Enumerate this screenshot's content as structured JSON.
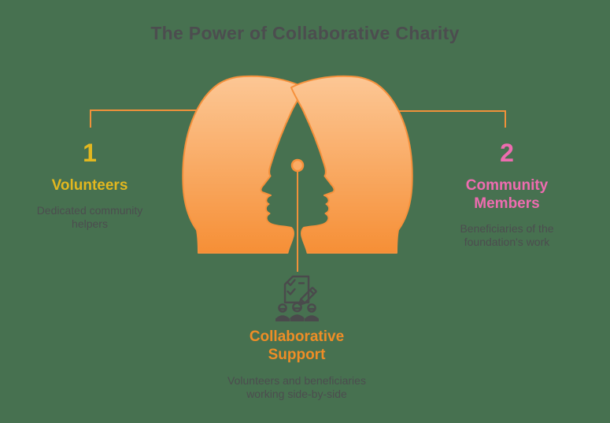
{
  "title": "The Power of Collaborative Charity",
  "nodes": [
    {
      "id": "volunteers",
      "number": "1",
      "label": "Volunteers",
      "description": "Dedicated community helpers",
      "color": "#E2B71F"
    },
    {
      "id": "community-members",
      "number": "2",
      "label": "Community Members",
      "description": "Beneficiaries of the foundation's work",
      "color": "#EE6CB0"
    }
  ],
  "center_node": {
    "label": "Collaborative Support",
    "description": "Volunteers and beneficiaries working side-by-side",
    "icon": "checklist-with-people-icon",
    "color": "#EF8D26"
  },
  "illustration": {
    "name": "two-face-profiles-facing-each-other",
    "gradient_top": "#FCC795",
    "gradient_bottom": "#F68F36",
    "outline_color": "#F6913C"
  },
  "colors": {
    "background": "#477150",
    "text_gray": "#4C4D4F",
    "connector": "#F0913A",
    "icon_gray": "#4A4A4C"
  }
}
